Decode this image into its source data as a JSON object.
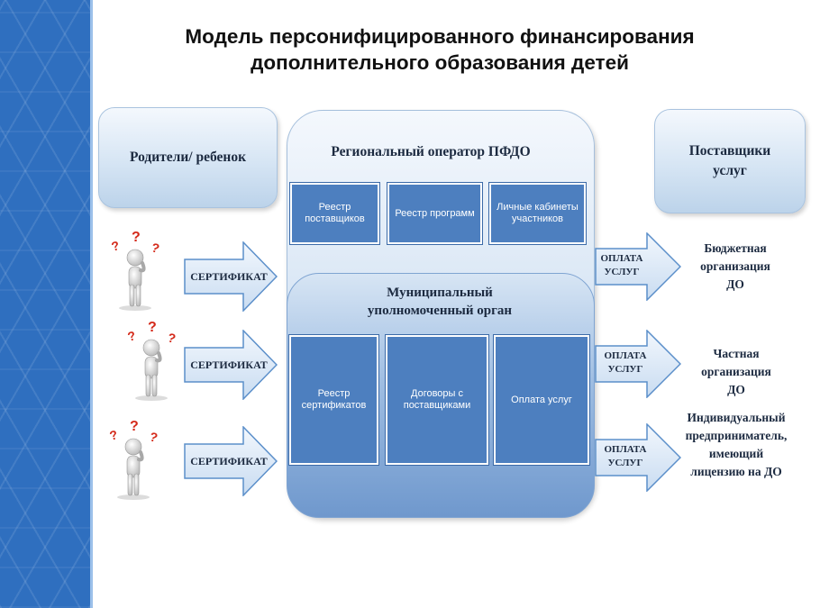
{
  "title": {
    "line1": "Модель персонифицированного финансирования",
    "line2": "дополнительного образования детей"
  },
  "parents": {
    "label": "Родители/ ребенок"
  },
  "regional_operator": {
    "title": "Региональный оператор ПФДО",
    "boxes": [
      "Реестр поставщиков",
      "Реестр программ",
      "Личные кабинеты участников"
    ]
  },
  "municipal": {
    "title_line1": "Муниципальный",
    "title_line2": "уполномоченный орган",
    "boxes": [
      "Реестр сертификатов",
      "Договоры с поставщиками",
      "Оплата услуг"
    ]
  },
  "suppliers": {
    "label_line1": "Поставщики",
    "label_line2": "услуг"
  },
  "certificate_arrows": [
    "СЕРТИФИКАТ",
    "СЕРТИФИКАТ",
    "СЕРТИФИКАТ"
  ],
  "payment_arrows": [
    {
      "line1": "ОПЛАТА",
      "line2": "УСЛУГ"
    },
    {
      "line1": "ОПЛАТА",
      "line2": "УСЛУГ"
    },
    {
      "line1": "ОПЛАТА",
      "line2": "УСЛУГ"
    }
  ],
  "providers": [
    {
      "line1": "Бюджетная",
      "line2": "организация",
      "line3": "ДО",
      "line4": ""
    },
    {
      "line1": "Частная",
      "line2": "организация",
      "line3": "ДО",
      "line4": ""
    },
    {
      "line1": "Индивидуальный",
      "line2": "предприниматель,",
      "line3": "имеющий",
      "line4": "лицензию на ДО"
    }
  ],
  "question_mark": "?",
  "colors": {
    "side_strip": "#2f6fbf",
    "box_fill": "#4d7fbf",
    "arrow_fill": "#dce9f6",
    "arrow_stroke": "#5b8fca"
  }
}
